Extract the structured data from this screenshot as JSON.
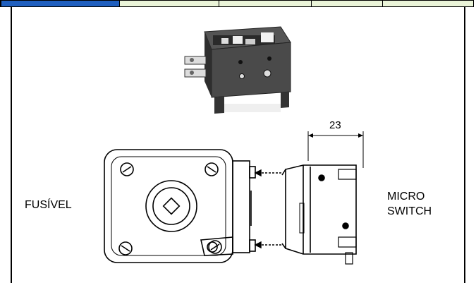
{
  "labels": {
    "fuse": "FUSÍVEL",
    "micro_line1": "MICRO",
    "micro_line2": "SWITCH",
    "dimension": "23"
  },
  "colors": {
    "top_strip_blue": "#1f5fbf",
    "top_strip_green": "#eaf4d8",
    "line": "#000000"
  }
}
